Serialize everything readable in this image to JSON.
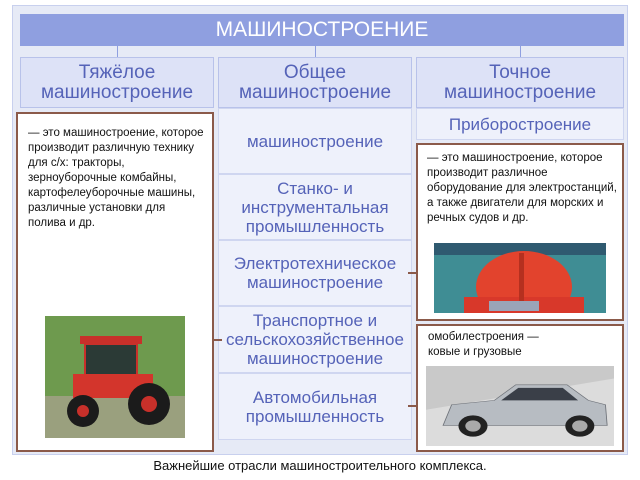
{
  "title": "МАШИНОСТРОЕНИЕ",
  "columns": {
    "heavy": "Тяжёлое машиностроение",
    "general": "Общее машиностроение",
    "precision": "Точное машиностроение"
  },
  "general_rows": [
    "машиностроение",
    "Станко- и инструментальная промышленность",
    "Электротехническое машиностроение",
    "Транспортное и сельскохозяйственное машиностроение",
    "Автомобильная промышленность"
  ],
  "precision_rows": [
    "Приборостроение"
  ],
  "callouts": {
    "agri": "— это машиностроение, которое производит различную технику для с/х: тракторы, зерноуборочные комбайны, картофелеуборочные машины, различные установки для полива и др.",
    "energy": "— это машиностроение, которое производит различное оборудование для электростанций, а также двигатели для морских и речных судов и др.",
    "auto_line1": "омобилестроения —",
    "auto_line2": "ковые и грузовые"
  },
  "images": {
    "agri": "tractor-photo",
    "energy": "reactor-photo",
    "auto": "car-photo"
  },
  "colors": {
    "title_bar": "#8f9fe0",
    "header": "#dde2f7",
    "text": "#5563b8",
    "callout_border": "#8b5a4a"
  },
  "caption": "Важнейшие отрасли машиностроительного комплекса."
}
